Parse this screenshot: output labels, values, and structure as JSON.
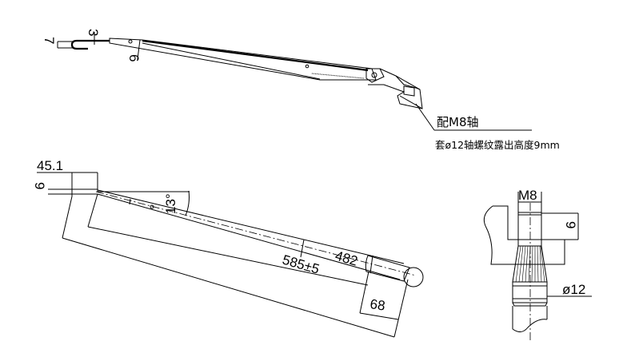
{
  "top_view": {
    "dim_hook_height": "7",
    "dim_hook_gap": "3",
    "dim_angle": "6",
    "note_line1": "配M8轴",
    "note_line2": "套ø12轴螺纹露出高度9mm"
  },
  "side_view": {
    "dim_offset": "45.1",
    "dim_height": "9",
    "dim_angle": "13°",
    "dim_length_inner": "482",
    "dim_length_total": "585±5",
    "dim_head": "68"
  },
  "shaft_detail": {
    "dim_thread": "M8",
    "dim_exposed": "9",
    "dim_diameter": "ø12"
  }
}
